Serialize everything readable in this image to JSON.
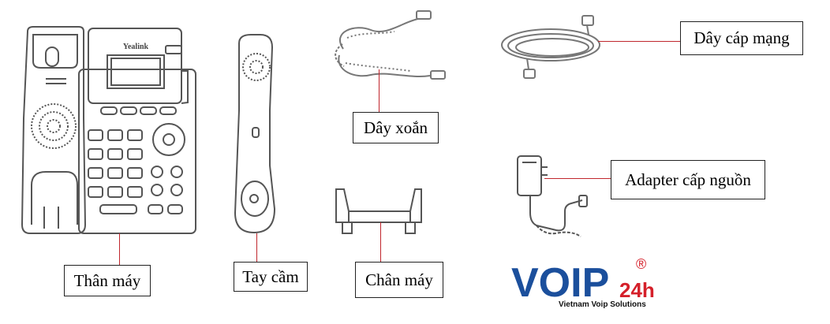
{
  "labels": {
    "body": "Thân máy",
    "handset": "Tay cầm",
    "coil_cord": "Dây xoắn",
    "stand": "Chân máy",
    "network_cable": "Dây cáp mạng",
    "adapter": "Adapter cấp nguồn"
  },
  "phone": {
    "brand": "Yealink"
  },
  "logo": {
    "word": "VOIP",
    "suffix": "24h",
    "registered": "®",
    "tagline": "Vietnam Voip Solutions",
    "colors": {
      "blue": "#1b4f9c",
      "red": "#d5202a"
    }
  },
  "colors": {
    "leader": "#c0262d",
    "outline": "#555555"
  }
}
